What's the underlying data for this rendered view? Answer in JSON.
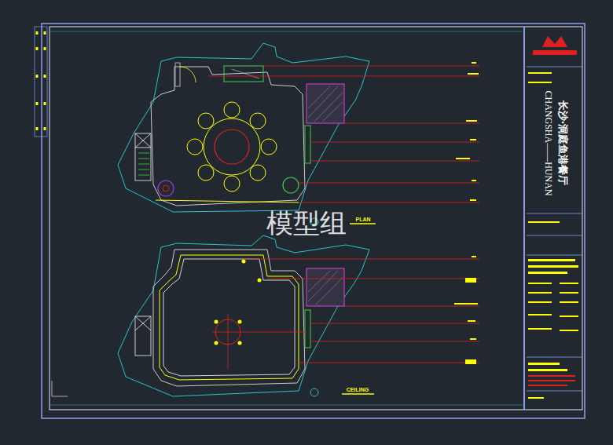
{
  "diagram": {
    "labels": [
      "CHANGSHA——HUNAN",
      "长沙·洞庭鱼港餐厅",
      "模型组",
      "PLAN",
      "CEILING"
    ]
  }
}
